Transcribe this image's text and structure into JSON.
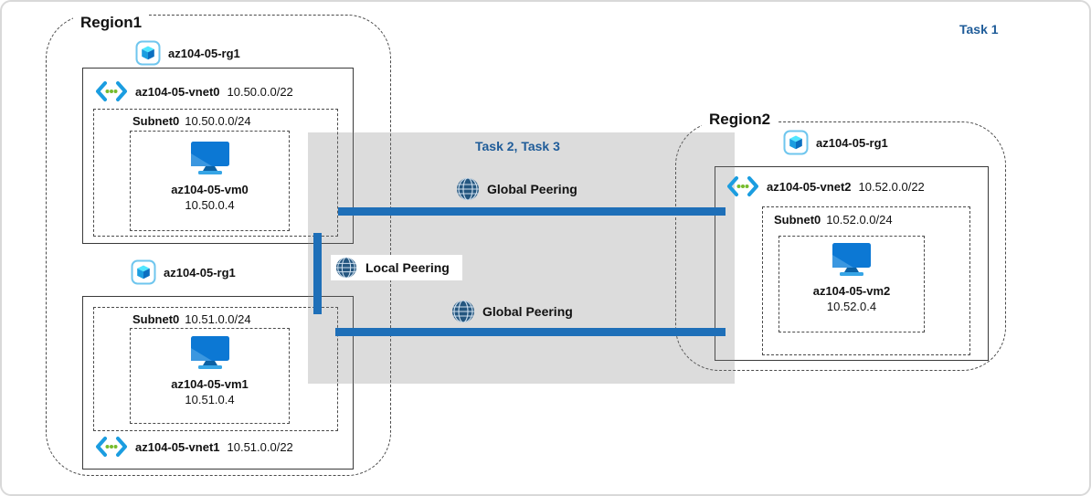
{
  "labels": {
    "task1": "Task 1",
    "task2_3": "Task 2, Task 3",
    "global_peering_top": "Global Peering",
    "global_peering_bottom": "Global Peering",
    "local_peering": "Local Peering"
  },
  "region1": {
    "title": "Region1",
    "rg_top": {
      "name": "az104-05-rg1",
      "vnet_name": "az104-05-vnet0",
      "vnet_cidr": "10.50.0.0/22",
      "subnet_name": "Subnet0",
      "subnet_cidr": "10.50.0.0/24",
      "vm_name": "az104-05-vm0",
      "vm_ip": "10.50.0.4"
    },
    "rg_bottom": {
      "name": "az104-05-rg1",
      "subnet_name": "Subnet0",
      "subnet_cidr": "10.51.0.0/24",
      "vm_name": "az104-05-vm1",
      "vm_ip": "10.51.0.4",
      "vnet_name": "az104-05-vnet1",
      "vnet_cidr": "10.51.0.0/22"
    }
  },
  "region2": {
    "title": "Region2",
    "rg": {
      "name": "az104-05-rg1",
      "vnet_name": "az104-05-vnet2",
      "vnet_cidr": "10.52.0.0/22",
      "subnet_name": "Subnet0",
      "subnet_cidr": "10.52.0.0/24",
      "vm_name": "az104-05-vm2",
      "vm_ip": "10.52.0.4"
    }
  },
  "colors": {
    "task_label": "#1f5c99",
    "peering_line": "#1e6fb8",
    "overlay_gray": "#d9d9d9"
  }
}
